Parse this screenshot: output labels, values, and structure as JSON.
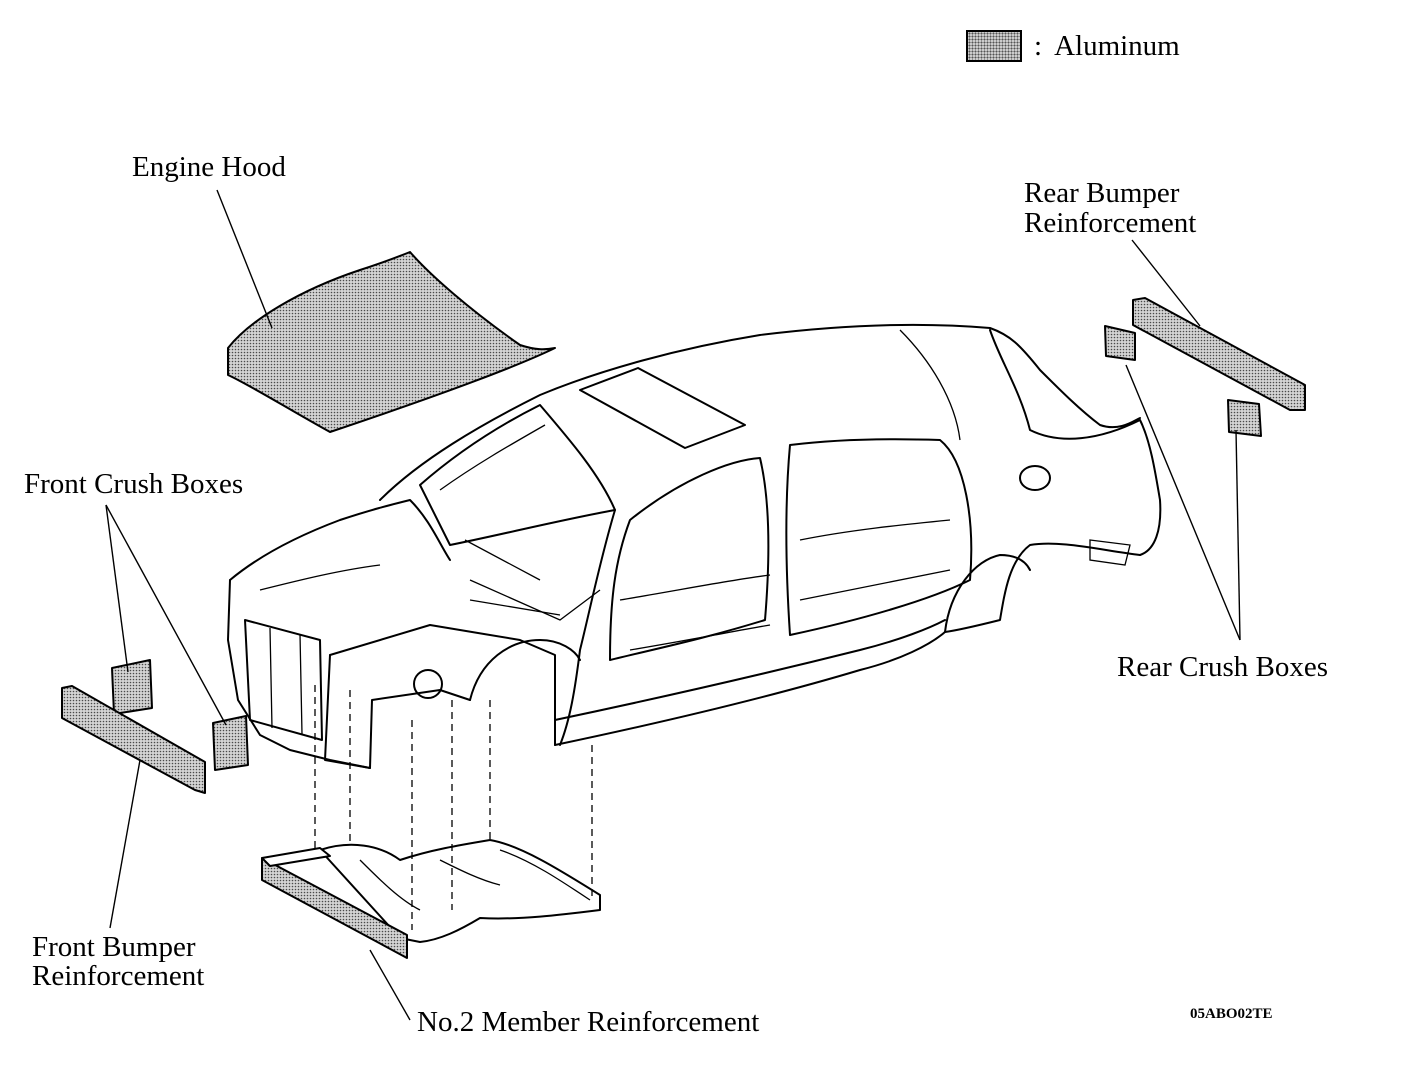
{
  "legend": {
    "colon": ":",
    "text": "Aluminum",
    "swatch_color": "#cfcfcf"
  },
  "labels": {
    "engine_hood": "Engine Hood",
    "rear_bumper_line1": "Rear Bumper",
    "rear_bumper_line2": "Reinforcement",
    "front_crush_boxes": "Front Crush Boxes",
    "rear_crush_boxes": "Rear Crush Boxes",
    "front_bumper_line1": "Front Bumper",
    "front_bumper_line2": "Reinforcement",
    "no2_member": "No.2 Member Reinforcement"
  },
  "figure_code": "05ABO02TE"
}
